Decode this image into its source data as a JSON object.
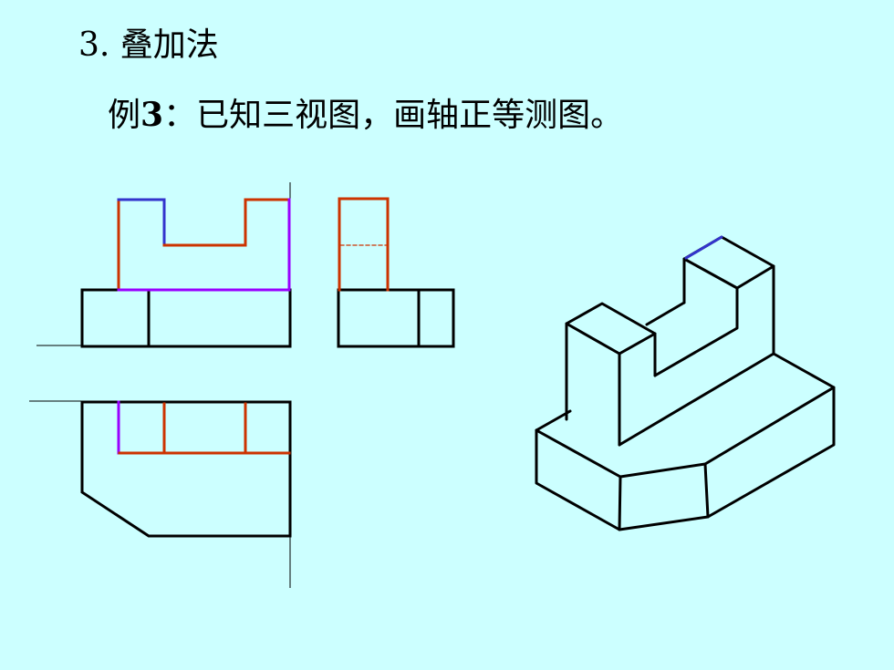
{
  "slide": {
    "heading": "3. 叠加法",
    "example_prefix": "例",
    "example_number": "3",
    "example_text": "：已知三视图，画轴正等测图。"
  },
  "colors": {
    "background": "#ccffff",
    "outline": "#000000",
    "highlight_orange": "#cc3300",
    "highlight_blue": "#3333cc",
    "highlight_purple": "#9900ff"
  }
}
